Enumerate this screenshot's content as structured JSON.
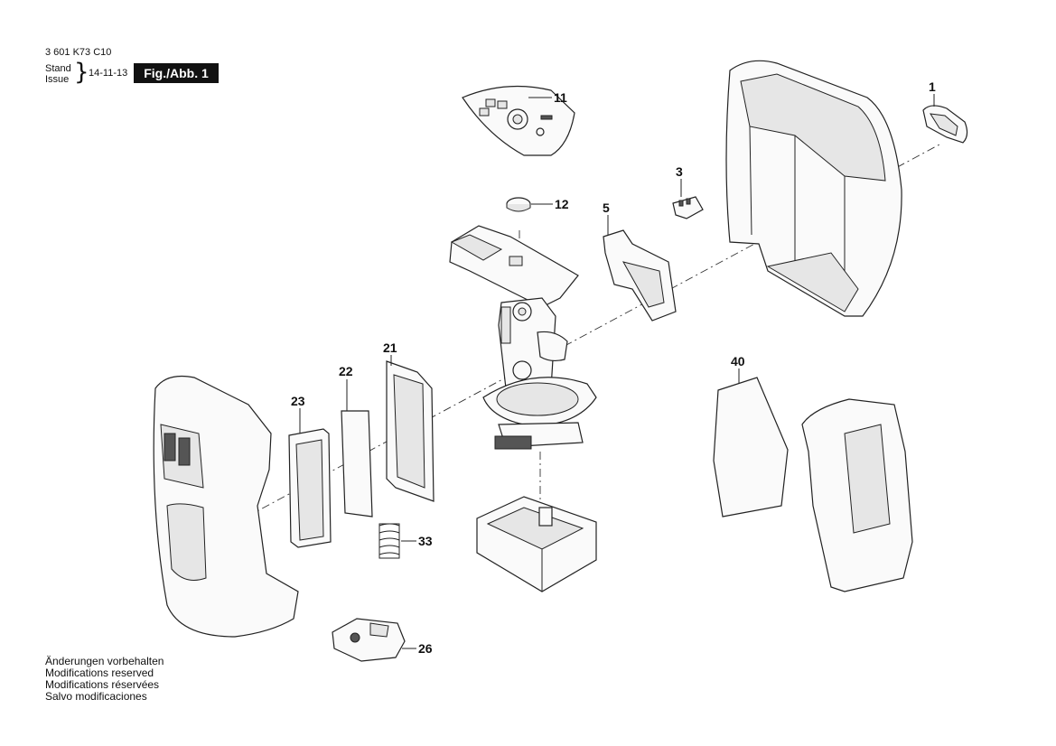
{
  "header": {
    "doc_number": "3 601 K73 C10",
    "stand_label": "Stand",
    "issue_label": "Issue",
    "brace": "}",
    "date": "14-11-13",
    "figure_label": "Fig./Abb. 1"
  },
  "parts": [
    {
      "id": "p1",
      "number": "1"
    },
    {
      "id": "p3",
      "number": "3"
    },
    {
      "id": "p5",
      "number": "5"
    },
    {
      "id": "p11",
      "number": "11"
    },
    {
      "id": "p12",
      "number": "12"
    },
    {
      "id": "p21",
      "number": "21"
    },
    {
      "id": "p22",
      "number": "22"
    },
    {
      "id": "p23",
      "number": "23"
    },
    {
      "id": "p26",
      "number": "26"
    },
    {
      "id": "p33",
      "number": "33"
    },
    {
      "id": "p40",
      "number": "40"
    }
  ],
  "notes": [
    "Änderungen vorbehalten",
    "Modifications reserved",
    "Modifications réservées",
    "Salvo modificaciones"
  ]
}
